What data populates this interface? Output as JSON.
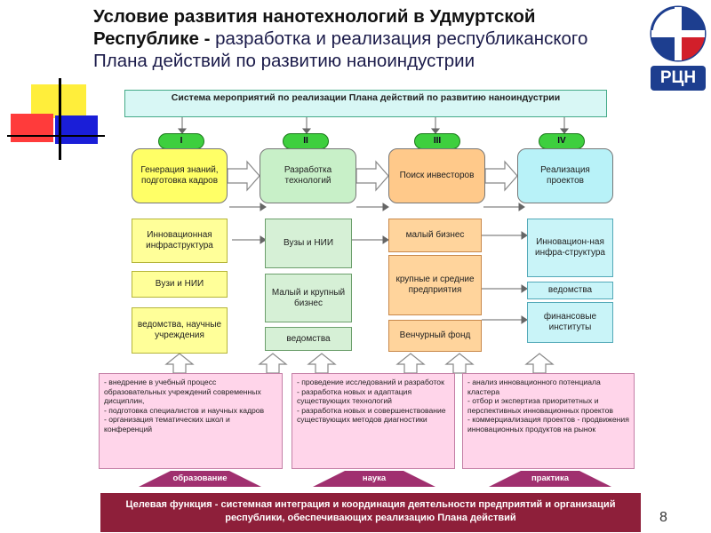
{
  "slide": {
    "title_bold": "Условие развития нанотехнологий в Удмуртской Республике -",
    "title_rest": "разработка и реализация республиканского Плана действий по развитию наноиндустрии",
    "logo_text": "РЦН",
    "page_number": "8"
  },
  "diagram": {
    "system_box": "Система мероприятий по реализации Плана действий по развитию наноиндустрии",
    "stages": [
      {
        "numeral": "I",
        "label": "Генерация знаний, подготовка кадров",
        "color": "#ffff66"
      },
      {
        "numeral": "II",
        "label": "Разработка технологий",
        "color": "#c8f0c8"
      },
      {
        "numeral": "III",
        "label": "Поиск инвесторов",
        "color": "#ffc98a"
      },
      {
        "numeral": "IV",
        "label": "Реализация проектов",
        "color": "#b8f2f8"
      }
    ],
    "col1": [
      "Инновационная инфраструктура",
      "Вузи и НИИ",
      "ведомства, научные учреждения"
    ],
    "col2": [
      "Вузы и НИИ",
      "Малый и крупный бизнес",
      "ведомства"
    ],
    "col3": [
      "малый бизнес",
      "крупные и средние предприятия",
      "Венчурный фонд"
    ],
    "col4": [
      "Инновацион-ная инфра-структура",
      "ведомства",
      "финансовые институты"
    ],
    "bottom_blocks": [
      {
        "lines": [
          "- внедрение в учебный процесс образовательных учреждений современных дисциплин,",
          "- подготовка специалистов и научных кадров",
          "- организация тематических школ и конференций"
        ],
        "base_label": "образование"
      },
      {
        "lines": [
          "- проведение исследований и разработок",
          "- разработка новых и адаптация существующих технологий",
          "- разработка новых и совершенствование существующих методов диагностики"
        ],
        "base_label": "наука"
      },
      {
        "lines": [
          "- анализ инновационного потенциала кластера",
          "- отбор и экспертиза приоритетных и перспективных инновационных проектов",
          "- коммерциализация проектов - продвижения инновационных продуктов на рынок"
        ],
        "base_label": "практика"
      }
    ],
    "target_function": "Целевая функция - системная интеграция и координация деятельности предприятий и организаций республики, обеспечивающих реализацию Плана действий"
  },
  "colors": {
    "system_box": "#d8f7f5",
    "pill": "#3ecf3e",
    "pink": "#ffd5ea",
    "footer": "#8e1f3a",
    "base": "#a0306f"
  }
}
